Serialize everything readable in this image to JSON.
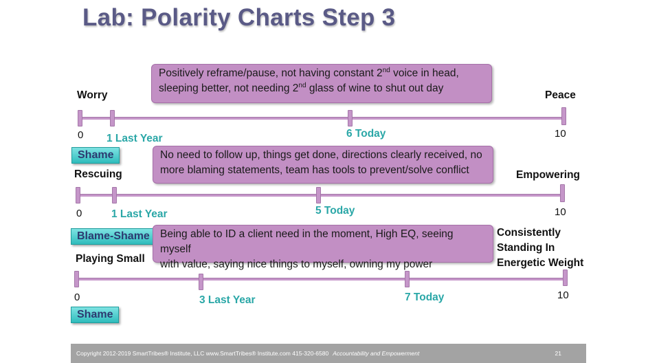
{
  "title": "Lab: Polarity Charts Step 3",
  "accent_colors": {
    "title": "#5a5a86",
    "callout": "#c28fc4",
    "axis": "#c596c9",
    "teal": "#2aa7a7",
    "badge": "#3cc4c4"
  },
  "charts": [
    {
      "callout_line1_a": "Positively reframe/pause, not having constant 2",
      "callout_line1_sup": "nd",
      "callout_line1_b": " voice in head,",
      "callout_line2_a": "sleeping better, not needing 2",
      "callout_line2_sup": "nd",
      "callout_line2_b": " glass of wine to shut out day",
      "left_label": "Worry",
      "right_label": "Peace",
      "min": "0",
      "max": "10",
      "last_year": "1 Last Year",
      "today": "6 Today",
      "badge": "Shame"
    },
    {
      "callout_line1": "No need to follow up, things get done, directions clearly received, no",
      "callout_line2": "more blaming statements, team has tools to prevent/solve conflict",
      "left_label": "Rescuing",
      "right_label": "Empowering",
      "min": "0",
      "max": "10",
      "last_year": "1 Last Year",
      "today": "5 Today",
      "badge": "Blame-Shame"
    },
    {
      "callout_line1": "Being able to ID a client need in the moment, High EQ, seeing myself",
      "callout_line2": "with value, saying nice things to myself, owning my power",
      "left_label": "Playing Small",
      "right_label_1": "Consistently",
      "right_label_2": "Standing In",
      "right_label_3": "Energetic Weight",
      "min": "0",
      "max": "10",
      "last_year": "3 Last Year",
      "today": "7 Today",
      "badge": "Shame"
    }
  ],
  "footer": {
    "copyright": "Copyright 2012-2019 SmartTribes® Institute, LLC  www.SmartTribes® Institute.com  415-320-6580",
    "tagline": "Accountability and Empowerment",
    "page": "21"
  }
}
